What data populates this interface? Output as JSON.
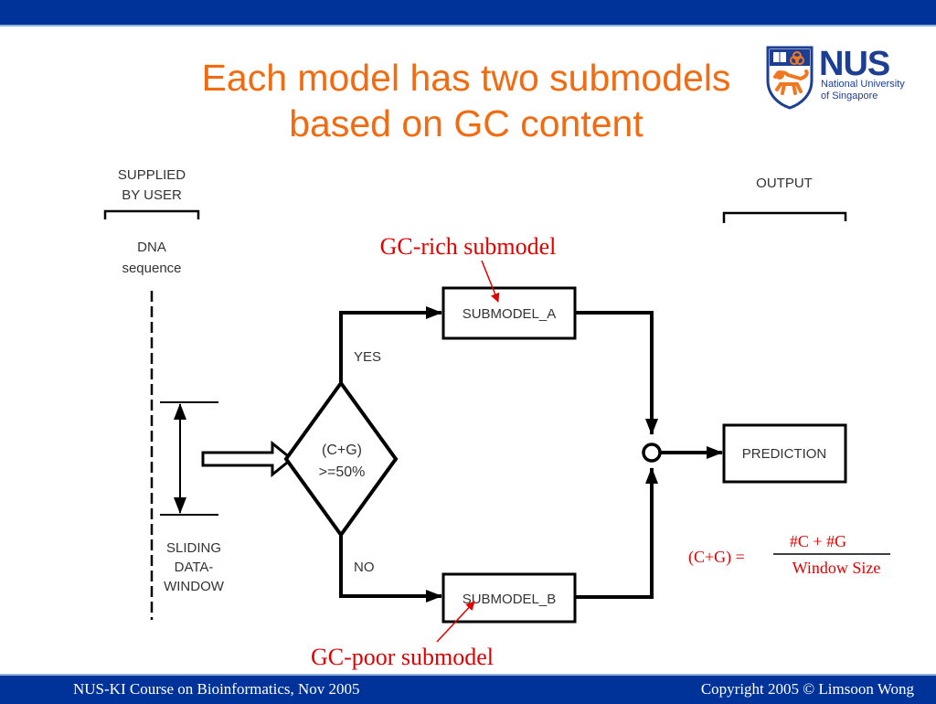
{
  "slide": {
    "title_line1": "Each model has two submodels",
    "title_line2": "based on GC content",
    "colors": {
      "title": "#f26b10",
      "bar": "#003399",
      "annotation": "#e30000",
      "diagram_text": "#333333"
    }
  },
  "logo": {
    "icon": "nus-crest-icon",
    "name": "NUS",
    "subtitle_line1": "National University",
    "subtitle_line2": "of Singapore"
  },
  "diagram": {
    "input_header_line1": "SUPPLIED",
    "input_header_line2": "BY USER",
    "input_label_line1": "DNA",
    "input_label_line2": "sequence",
    "window_label_line1": "SLIDING",
    "window_label_line2": "DATA-",
    "window_label_line3": "WINDOW",
    "decision_line1": "(C+G)",
    "decision_line2": ">=50%",
    "yes_label": "YES",
    "no_label": "NO",
    "submodel_a": "SUBMODEL_A",
    "submodel_b": "SUBMODEL_B",
    "output_header": "OUTPUT",
    "prediction": "PREDICTION"
  },
  "annotations": {
    "gc_rich": "GC-rich submodel",
    "gc_poor": "GC-poor submodel",
    "formula_lhs": "(C+G) =",
    "formula_numerator": "#C + #G",
    "formula_denominator": "Window Size"
  },
  "footer": {
    "left": "NUS-KI Course on  Bioinformatics, Nov 2005",
    "right": "Copyright 2005 © Limsoon Wong"
  }
}
